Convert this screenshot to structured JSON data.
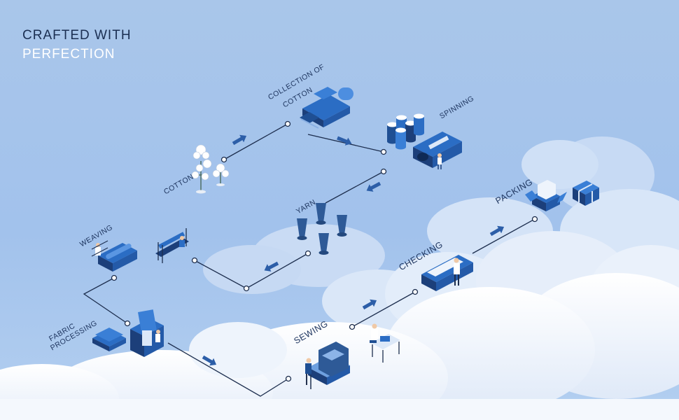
{
  "header": {
    "title_line1": "CRAFTED WITH",
    "title_line2": "PERFECTION"
  },
  "steps": {
    "cotton": "COTTON",
    "collection_line1": "COLLECTION OF",
    "collection_line2": "COTTON",
    "spinning": "SPINNING",
    "yarn": "YARN",
    "weaving": "WEAVING",
    "fabric_line1": "FABRIC",
    "fabric_line2": "PROCESSING",
    "sewing": "SEWING",
    "checking": "CHECKING",
    "packing": "PACKING"
  },
  "colors": {
    "sky": "#a7c5ec",
    "cloud": "#f3f7fd",
    "machine_blue": "#2b6dc4",
    "machine_dark": "#1c3f7a",
    "line": "#1d2e4e",
    "title_dark": "#1b2f52",
    "title_light": "#ffffff"
  },
  "icons": [
    "cotton-plant-icon",
    "harvester-icon",
    "yarn-spool-icon",
    "spinning-machine-icon",
    "loom-icon",
    "fabric-machine-icon",
    "sewing-machine-icon",
    "checking-table-icon",
    "box-icon",
    "gift-box-icon",
    "arrow-icon"
  ]
}
